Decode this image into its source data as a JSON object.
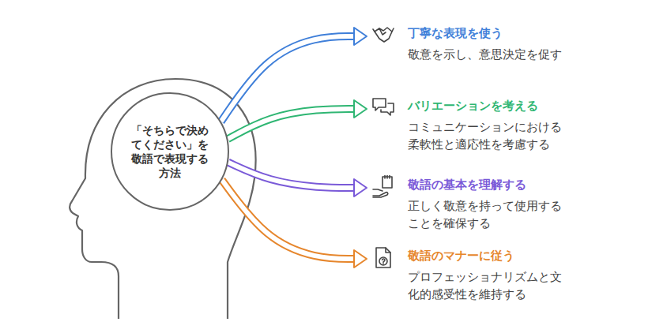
{
  "diagram": {
    "nodes": [
      {
        "text": [
          "「そちらで決め てください」を 敬語で表現する 方法"
        ]
      },
      {
        "text": [
          "丁寧な表現を使う",
          "敬意を示し、意思決定を促す"
        ]
      },
      {
        "text": [
          "バリエーションを考える",
          "コミュニケーションにおける 柔軟性と適応性を考慮する"
        ]
      },
      {
        "text": [
          "敬語の基本を理解する",
          "正しく敬意を持って使用する ことを確保する"
        ]
      },
      {
        "text": [
          "敬語のマナーに従う",
          "プロフェッショナリズムと文 化的感受性を維持する"
        ]
      }
    ],
    "edges": [
      {
        "from": 0,
        "to": 1,
        "arrow": "to"
      },
      {
        "from": 0,
        "to": 2,
        "arrow": "to"
      },
      {
        "from": 0,
        "to": 3,
        "arrow": "to"
      },
      {
        "from": 0,
        "to": 4,
        "arrow": "to"
      }
    ]
  }
}
